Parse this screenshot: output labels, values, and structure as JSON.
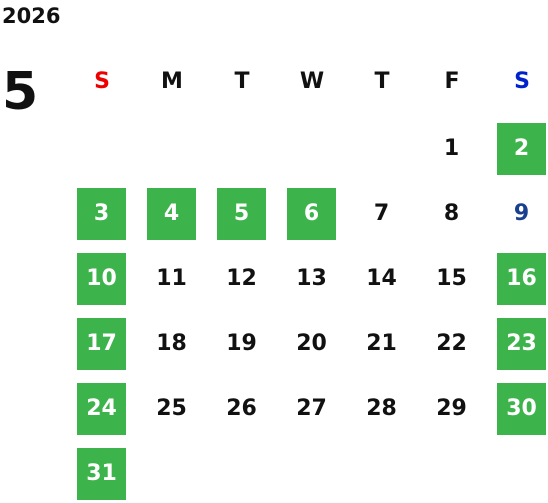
{
  "calendar": {
    "year": "2026",
    "month": "5",
    "weekdays": [
      {
        "label": "S",
        "color": "#ee0000"
      },
      {
        "label": "M",
        "color": "#111111"
      },
      {
        "label": "T",
        "color": "#111111"
      },
      {
        "label": "W",
        "color": "#111111"
      },
      {
        "label": "T",
        "color": "#111111"
      },
      {
        "label": "F",
        "color": "#111111"
      },
      {
        "label": "S",
        "color": "#0022cc"
      }
    ],
    "first_weekday_index": 5,
    "days": [
      {
        "label": "1",
        "highlight": false
      },
      {
        "label": "2",
        "highlight": true
      },
      {
        "label": "3",
        "highlight": true
      },
      {
        "label": "4",
        "highlight": true
      },
      {
        "label": "5",
        "highlight": true
      },
      {
        "label": "6",
        "highlight": true
      },
      {
        "label": "7",
        "highlight": false
      },
      {
        "label": "8",
        "highlight": false
      },
      {
        "label": "9",
        "highlight": false,
        "color": "#1a3f8f"
      },
      {
        "label": "10",
        "highlight": true
      },
      {
        "label": "11",
        "highlight": false
      },
      {
        "label": "12",
        "highlight": false
      },
      {
        "label": "13",
        "highlight": false
      },
      {
        "label": "14",
        "highlight": false
      },
      {
        "label": "15",
        "highlight": false
      },
      {
        "label": "16",
        "highlight": true
      },
      {
        "label": "17",
        "highlight": true
      },
      {
        "label": "18",
        "highlight": false
      },
      {
        "label": "19",
        "highlight": false
      },
      {
        "label": "20",
        "highlight": false
      },
      {
        "label": "21",
        "highlight": false
      },
      {
        "label": "22",
        "highlight": false
      },
      {
        "label": "23",
        "highlight": true
      },
      {
        "label": "24",
        "highlight": true
      },
      {
        "label": "25",
        "highlight": false
      },
      {
        "label": "26",
        "highlight": false
      },
      {
        "label": "27",
        "highlight": false
      },
      {
        "label": "28",
        "highlight": false
      },
      {
        "label": "29",
        "highlight": false
      },
      {
        "label": "30",
        "highlight": true
      },
      {
        "label": "31",
        "highlight": true
      }
    ]
  },
  "colors": {
    "text": "#111111",
    "highlight_bg": "#3cb44b",
    "highlight_text": "#ffffff"
  }
}
